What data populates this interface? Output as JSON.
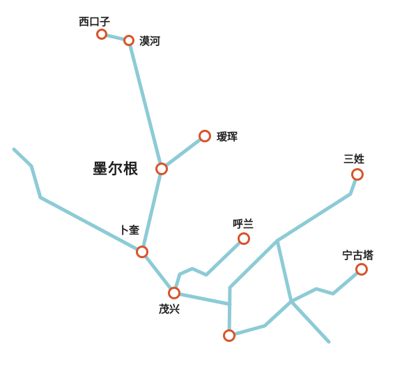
{
  "colors": {
    "route": "#8ccbd6",
    "station_ring": "#d9532a",
    "station_fill": "#ffffff",
    "label": "#1f1f1f",
    "background": "#ffffff"
  },
  "labels": {
    "xikouzi": "西口子",
    "mohe": "漠河",
    "aihui": "瑷珲",
    "moergen": "墨尔根",
    "bukui": "卜奎",
    "hulan": "呼兰",
    "maoxing": "茂兴",
    "sanxing": "三姓",
    "ningguta": "宁古塔"
  }
}
